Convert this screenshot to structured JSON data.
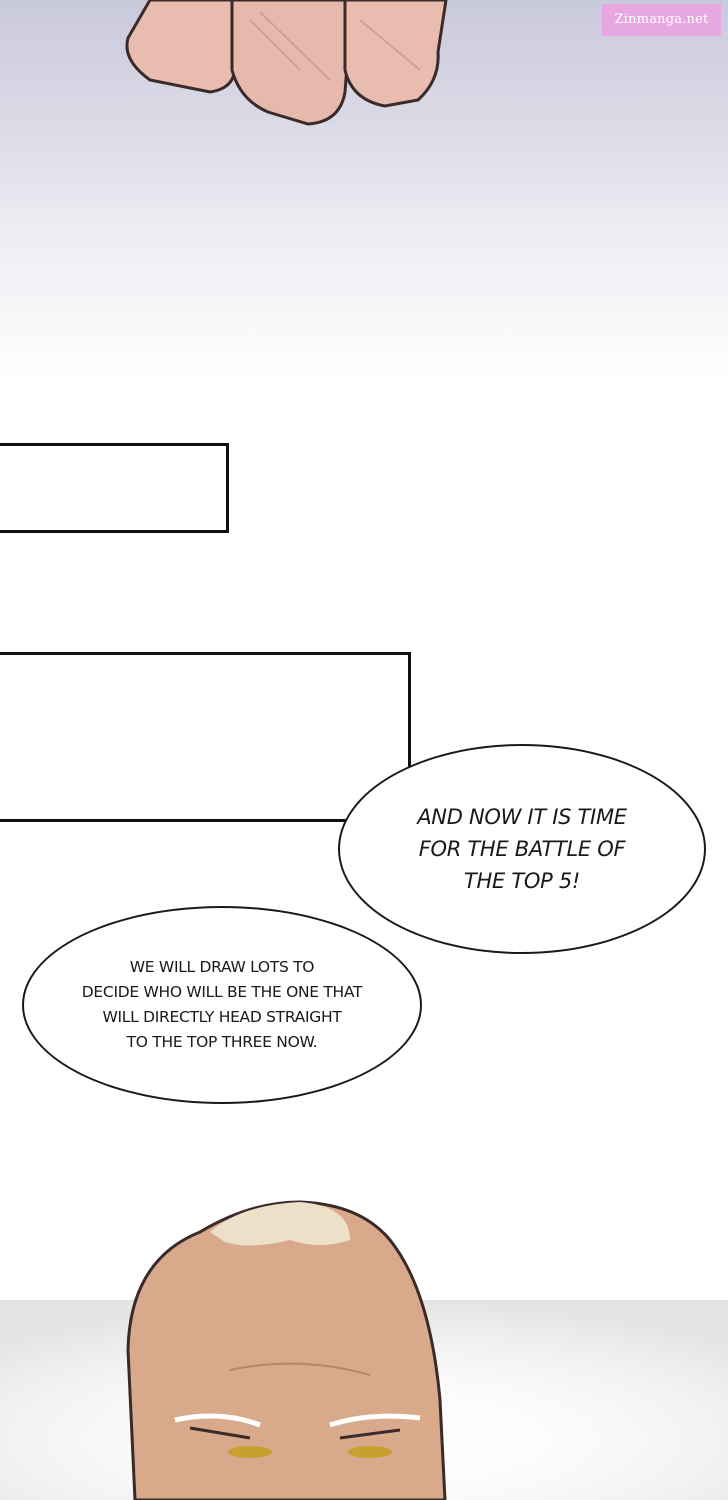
{
  "watermark": {
    "text": "Zinmanga.net"
  },
  "dialogue": {
    "bubble_1": "AND NOW IT IS TIME\nFOR THE BATTLE OF\nTHE TOP 5!",
    "bubble_2": "WE WILL DRAW LOTS TO\nDECIDE WHO WILL BE THE ONE THAT\nWILL DIRECTLY HEAD STRAIGHT\nTO THE TOP THREE NOW."
  },
  "colors": {
    "sky_top": "#c9c9dc",
    "skin": "#e8bdb0",
    "head_skin": "#d9a98c",
    "outline": "#1a1a1a",
    "watermark_bg": "#e7a8e2"
  }
}
